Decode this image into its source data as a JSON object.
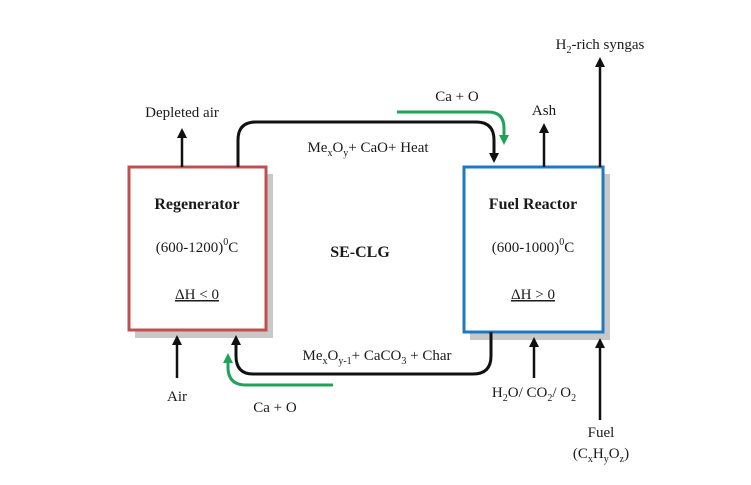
{
  "diagram": {
    "title": "SE-CLG",
    "colors": {
      "regenerator_border": "#c0504d",
      "fuel_reactor_border": "#1f78c1",
      "shadow": "#c8c8c8",
      "flow_arrow": "#111111",
      "calcium_arrow": "#1fa35a",
      "text": "#1a1a1a"
    },
    "regenerator": {
      "name": "Regenerator",
      "temperature": {
        "prefix": "(600-1200)",
        "sup": "0",
        "unit": "C"
      },
      "enthalpy": "ΔH < 0"
    },
    "fuel_reactor": {
      "name": "Fuel Reactor",
      "temperature": {
        "prefix": "(600-1000)",
        "sup": "0",
        "unit": "C"
      },
      "enthalpy": "ΔH > 0"
    },
    "top_flow": {
      "parts": [
        "Me",
        "x",
        "O",
        "y",
        "+ CaO+ Heat"
      ],
      "calcium_label": "Ca + O"
    },
    "bottom_flow": {
      "parts": [
        "Me",
        "x",
        "O",
        "y-1",
        "+ CaCO",
        "3",
        " + Char"
      ],
      "calcium_label": "Ca + O"
    },
    "streams": {
      "depleted_air": "Depleted air",
      "air": "Air",
      "ash": "Ash",
      "gasifying_agents": {
        "parts": [
          "H",
          "2",
          "O/ CO",
          "2",
          "/ O",
          "2"
        ]
      },
      "syngas": {
        "parts": [
          "H",
          "2",
          "-rich syngas"
        ]
      },
      "fuel": "Fuel",
      "fuel_formula": {
        "parts": [
          "(C",
          "x",
          "H",
          "y",
          "O",
          "z",
          ")"
        ]
      }
    }
  }
}
